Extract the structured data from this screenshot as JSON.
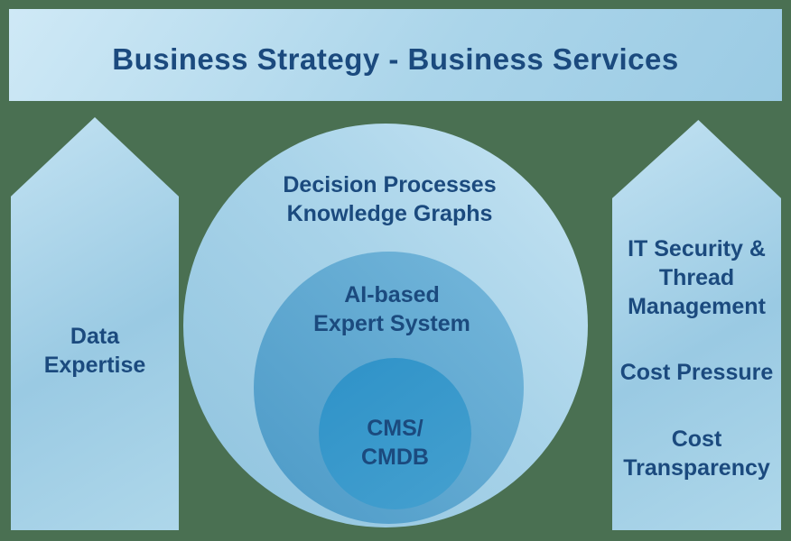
{
  "banner": {
    "title": "Business Strategy - Business Services"
  },
  "left_arrow": {
    "lines": [
      "Data",
      "Expertise"
    ]
  },
  "venn": {
    "outer": {
      "lines": [
        "Decision Processes",
        "Knowledge Graphs"
      ]
    },
    "middle": {
      "lines": [
        "AI-based",
        "Expert System"
      ]
    },
    "inner": {
      "lines": [
        "CMS/",
        "CMDB"
      ]
    }
  },
  "right_arrow": {
    "item1_lines": [
      "IT Security &",
      "Thread",
      "Management"
    ],
    "item2": "Cost Pressure",
    "item3_lines": [
      "Cost",
      "Transparency"
    ]
  },
  "palette": {
    "background": "#4a7052",
    "text": "#1b4a7e",
    "banner_from": "#cfe9f6",
    "banner_to": "#9bcbe4",
    "arrow_from": "#c2e2f2",
    "arrow_to": "#aed7ea",
    "outer_from": "#c6e4f3",
    "outer_to": "#8fc3de",
    "middle_from": "#75b7db",
    "middle_to": "#4c9ac7",
    "inner_from": "#2e92c8",
    "inner_to": "#45a0cf"
  }
}
